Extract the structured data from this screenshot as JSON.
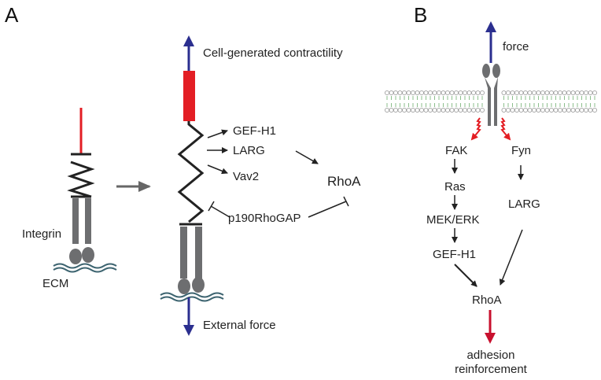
{
  "panels": {
    "a": {
      "letter": "A",
      "integrin_label": "Integrin",
      "ecm_label": "ECM",
      "top_arrow_label": "Cell-generated contractility",
      "bottom_arrow_label": "External force",
      "activators": [
        "GEF-H1",
        "LARG",
        "Vav2"
      ],
      "inhibitor": "p190RhoGAP",
      "target": "RhoA"
    },
    "b": {
      "letter": "B",
      "force_label": "force",
      "left_pathway": [
        "FAK",
        "Ras",
        "MEK/ERK",
        "GEF-H1"
      ],
      "right_pathway": [
        "Fyn",
        "LARG"
      ],
      "target": "RhoA",
      "outcome_line1": "adhesion",
      "outcome_line2": "reinforcement"
    }
  },
  "colors": {
    "contractility_bar": "#e31e24",
    "force_arrow": "#2b2f8f",
    "integrin": "#6d6e70",
    "ecm": "#3d6470",
    "membrane": "#6fae6f",
    "red_arrow": "#c8102e"
  }
}
